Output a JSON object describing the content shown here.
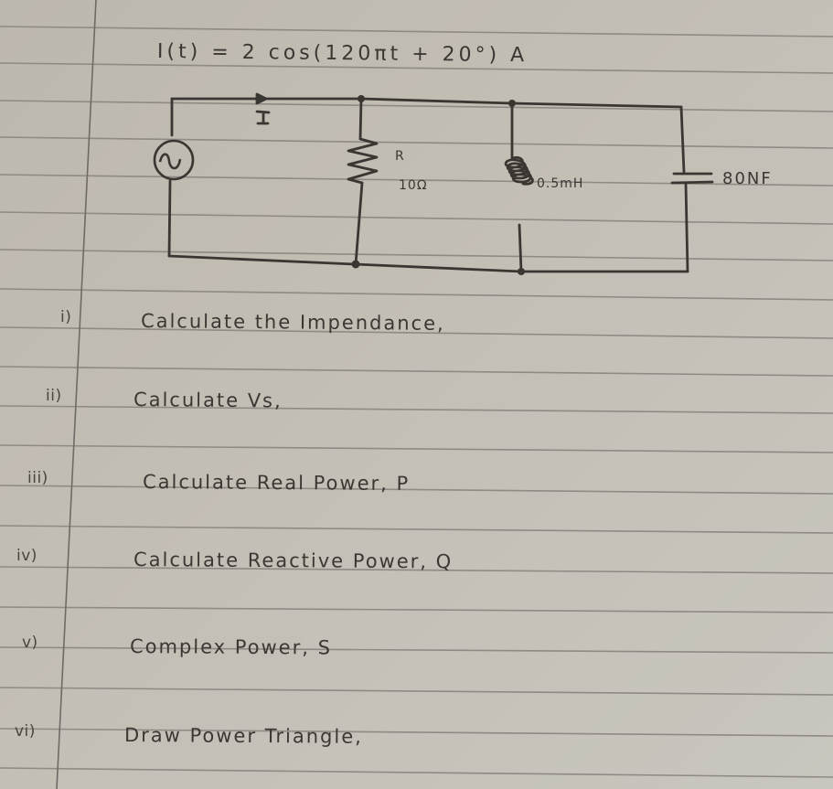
{
  "page": {
    "paper_color": "#c3beb4",
    "line_color": "#8e8a84",
    "ink_color": "#3b3733"
  },
  "header": {
    "formula": "I(t) = 2 cos(120πt + 20°) A"
  },
  "circuit": {
    "source": {
      "symbol": "ac-source",
      "glyph": "∿"
    },
    "current_label": "I",
    "resistor": {
      "name": "R",
      "value": "10Ω"
    },
    "inductor": {
      "value": "0.5mH"
    },
    "capacitor": {
      "value": "80NF"
    }
  },
  "questions": [
    {
      "number": "i)",
      "text": "Calculate the Impendance,"
    },
    {
      "number": "ii)",
      "text": "Calculate Vs,"
    },
    {
      "number": "iii)",
      "text": "Calculate Real Power, P"
    },
    {
      "number": "iv)",
      "text": "Calculate Reactive Power, Q"
    },
    {
      "number": "v)",
      "text": "Complex Power, S"
    },
    {
      "number": "vi)",
      "text": "Draw Power Triangle,"
    }
  ]
}
